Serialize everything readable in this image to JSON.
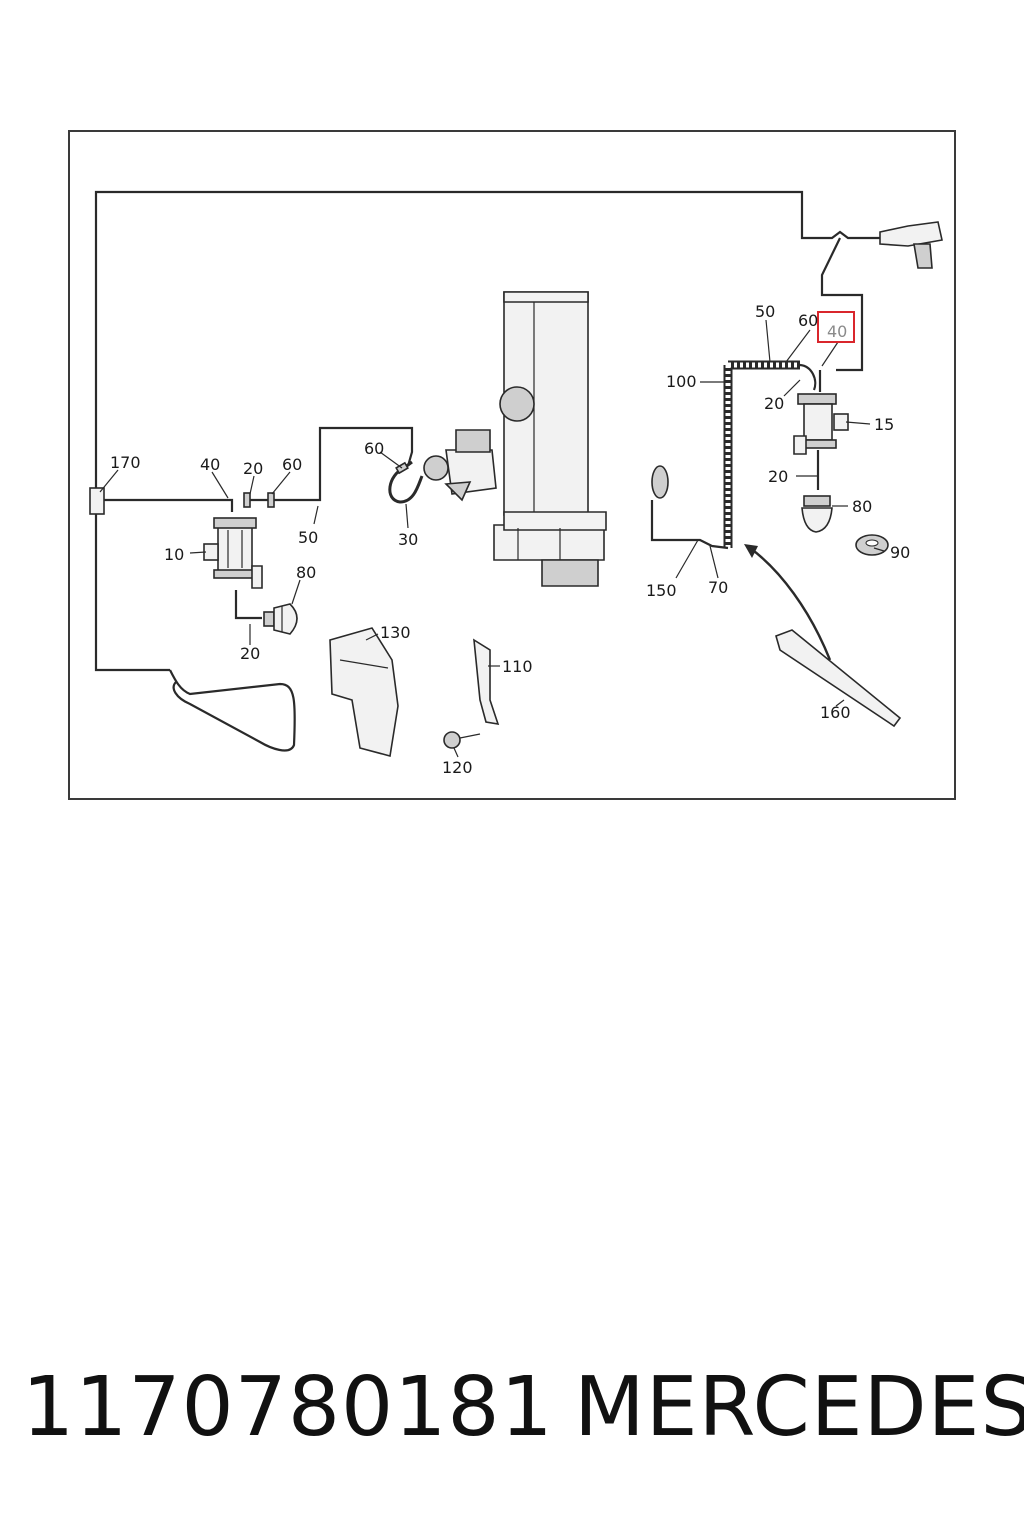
{
  "diagram": {
    "callouts": {
      "c170": "170",
      "c40_left": "40",
      "c20_left_top": "20",
      "c60_left": "60",
      "c10": "10",
      "c80_left": "80",
      "c20_left_bottom": "20",
      "c50_left": "50",
      "c60_mid": "60",
      "c30": "30",
      "c130": "130",
      "c110": "110",
      "c120": "120",
      "c50_right": "50",
      "c60_right": "60",
      "c40_highlight": "40",
      "c100": "100",
      "c20_right_top": "20",
      "c15": "15",
      "c20_right_mid": "20",
      "c80_right": "80",
      "c90": "90",
      "c150": "150",
      "c70": "70",
      "c160": "160"
    },
    "highlight_color": "#d9262c"
  },
  "footer": {
    "part_number": "1170780181",
    "brand": "MERCEDES"
  }
}
